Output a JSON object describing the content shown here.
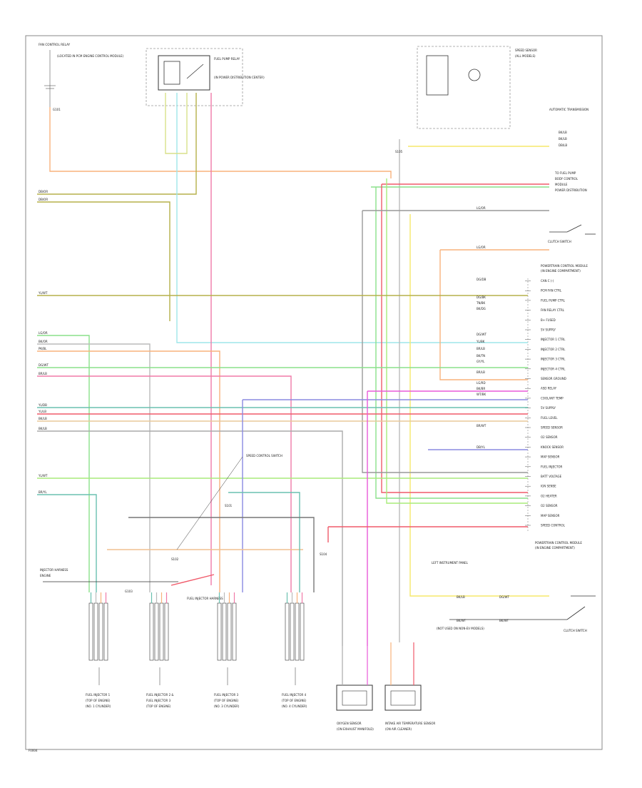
{
  "figure_code": "F0004",
  "top_left": {
    "module": "FAN CONTROL RELAY",
    "sub": "(LOCATED IN PCM ENGINE CONTROL MODULE)",
    "ground": "G101"
  },
  "top_mid": {
    "title": "FUEL PUMP RELAY",
    "desc": "(IN POWER DISTRIBUTION CENTER)"
  },
  "top_right": {
    "title": "SPEED SENSOR",
    "sub": "(ALL MODELS)",
    "note": "AUTOMATIC TRANSMISSION"
  },
  "right_upper": [
    "BK/LB",
    "BK/LB",
    "DB/LB"
  ],
  "right_labels": [
    "TO FUEL PUMP",
    "BODY CONTROL",
    "MODULE",
    "POWER DISTRIBUTION"
  ],
  "clutch_switch": "CLUTCH SWITCH",
  "pcm_title": "POWERTRAIN CONTROL MODULE",
  "pcm_subtitle": "(IN ENGINE COMPARTMENT)",
  "pcm_pins": [
    "CAN C (-)",
    "PCM FAN CTRL",
    "FUEL PUMP CTRL",
    "FAN RELAY CTRL",
    "B+ FUSED",
    "5V SUPPLY",
    "INJECTOR 1 CTRL",
    "INJECTOR 2 CTRL",
    "INJECTOR 3 CTRL",
    "INJECTOR 4 CTRL",
    "SENSOR GROUND",
    "ASD RELAY",
    "COOLANT TEMP",
    "5V SUPPLY",
    "FUEL LEVEL",
    "SPEED SENSOR",
    "O2 SENSOR",
    "KNOCK SENSOR",
    "MAP SENSOR",
    "FUEL INJECTOR",
    "BATT VOLTAGE",
    "IGN SENSE",
    "O2 HEATER",
    "O2 SENSOR",
    "MAP SENSOR",
    "SPEED CONTROL"
  ],
  "left_wire_labels": [
    "DB/OR",
    "DB/OR",
    "YL/WT",
    "LG/OR",
    "BK/OR",
    "PK/BL",
    "DG/WT",
    "BR/LB",
    "YL/DB",
    "YL/LB",
    "BK/LB",
    "BK/LB",
    "YL/WT",
    "BR/YL"
  ],
  "mid_wire_labels": [
    "LG/OR",
    "LG/OR",
    "DG/DB",
    "DG/BK",
    "TN/BK",
    "BK/DG",
    "DG/WT",
    "YL/BK",
    "BR/LB",
    "BK/TN",
    "GY/YL",
    "BR/LB",
    "LG/RD",
    "BK/BR",
    "WT/BK",
    "BR/WT",
    "DB/YL"
  ],
  "injectors": [
    {
      "name": "FUEL INJECTOR 1",
      "sub": "(TOP OF ENGINE)",
      "loc": "(NO. 1 CYLINDER)"
    },
    {
      "name": "FUEL INJECTOR 2 &",
      "sub": "FUEL INJECTOR 3",
      "loc": "(TOP OF ENGINE)"
    },
    {
      "name": "FUEL INJECTOR 3",
      "sub": "(TOP OF ENGINE)",
      "loc": "(NO. 3 CYLINDER)"
    },
    {
      "name": "FUEL INJECTOR 4",
      "sub": "(TOP OF ENGINE)",
      "loc": "(NO. 4 CYLINDER)"
    }
  ],
  "sensors": [
    {
      "name": "OXYGEN SENSOR",
      "sub": "(ON EXHAUST MANIFOLD)"
    },
    {
      "name": "INTAKE AIR TEMPERATURE SENSOR",
      "sub": "(ON AIR CLEANER)"
    }
  ],
  "callouts": [
    "G103",
    "S102",
    "SPEED CONTROL SWITCH",
    "FUEL INJECTOR HARNESS",
    "S101",
    "S104",
    "LEFT INSTRUMENT PANEL",
    "S105"
  ],
  "bottom_right": {
    "left": "(NOT USED ON NON-EV MODELS)",
    "right": "CLUTCH SWITCH"
  },
  "bottom_wires": [
    "BK/LB",
    "DG/WT",
    "BK/WT",
    "BK/WT"
  ],
  "ground_label": "INJECTOR HARNESS",
  "ground_sub": "ENGINE"
}
